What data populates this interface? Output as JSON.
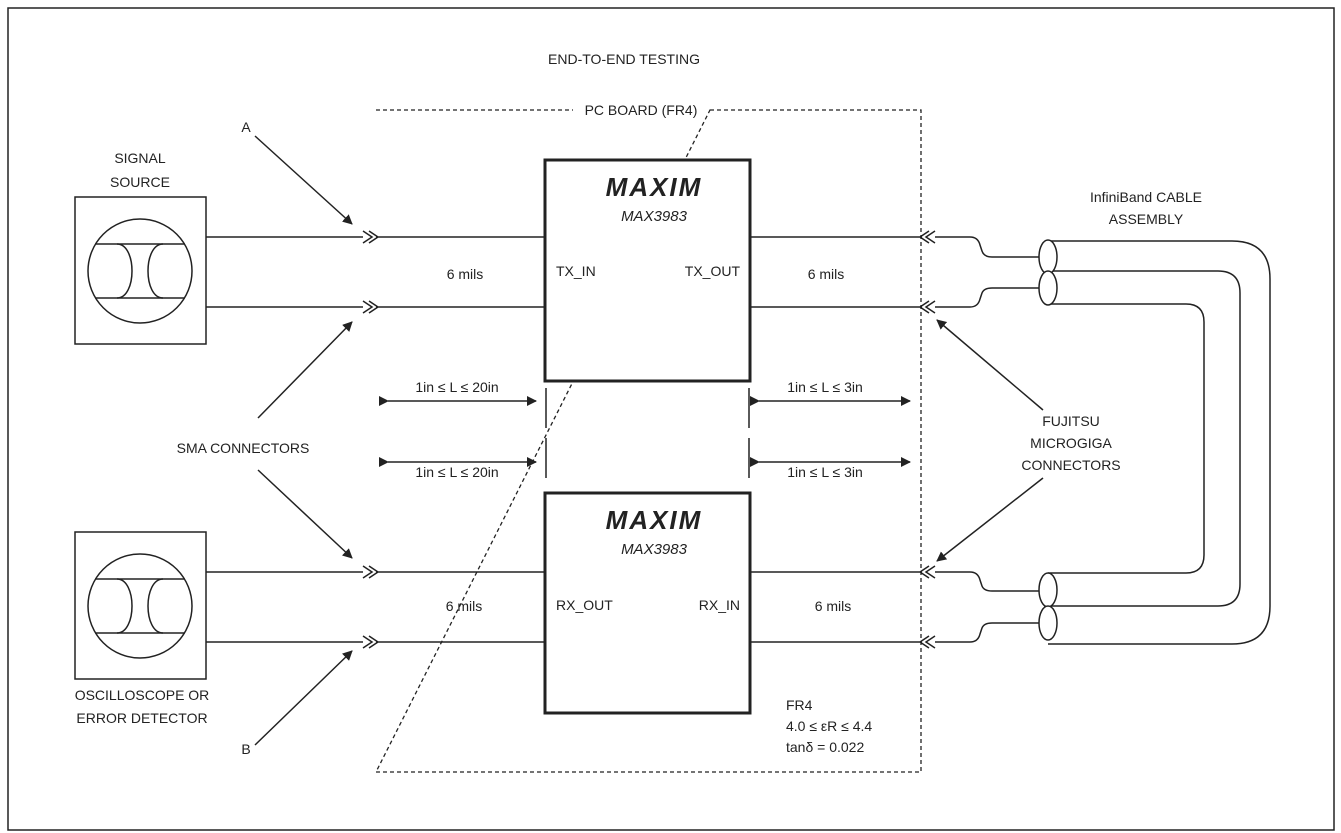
{
  "title": "END-TO-END TESTING",
  "pcb_label": "PC BOARD (FR4)",
  "label_a": "A",
  "label_b": "B",
  "signal_source": [
    "SIGNAL",
    "SOURCE"
  ],
  "oscilloscope": [
    "OSCILLOSCOPE OR",
    "ERROR DETECTOR"
  ],
  "sma_connectors": "SMA CONNECTORS",
  "fujitsu": [
    "FUJITSU",
    "MICROGIGA",
    "CONNECTORS"
  ],
  "cable": [
    "InfiniBand CABLE",
    "ASSEMBLY"
  ],
  "chip_top": {
    "logo": "MAXIM",
    "part": "MAX3983",
    "pin_left": "TX_IN",
    "pin_right": "TX_OUT"
  },
  "chip_bottom": {
    "logo": "MAXIM",
    "part": "MAX3983",
    "pin_left": "RX_OUT",
    "pin_right": "RX_IN"
  },
  "trace_width": "6 mils",
  "length_left": "1in ≤ L ≤ 20in",
  "length_right": "1in ≤ L ≤ 3in",
  "fr4_notes": [
    "FR4",
    "4.0 ≤ εR ≤ 4.4",
    "tanδ = 0.022"
  ]
}
